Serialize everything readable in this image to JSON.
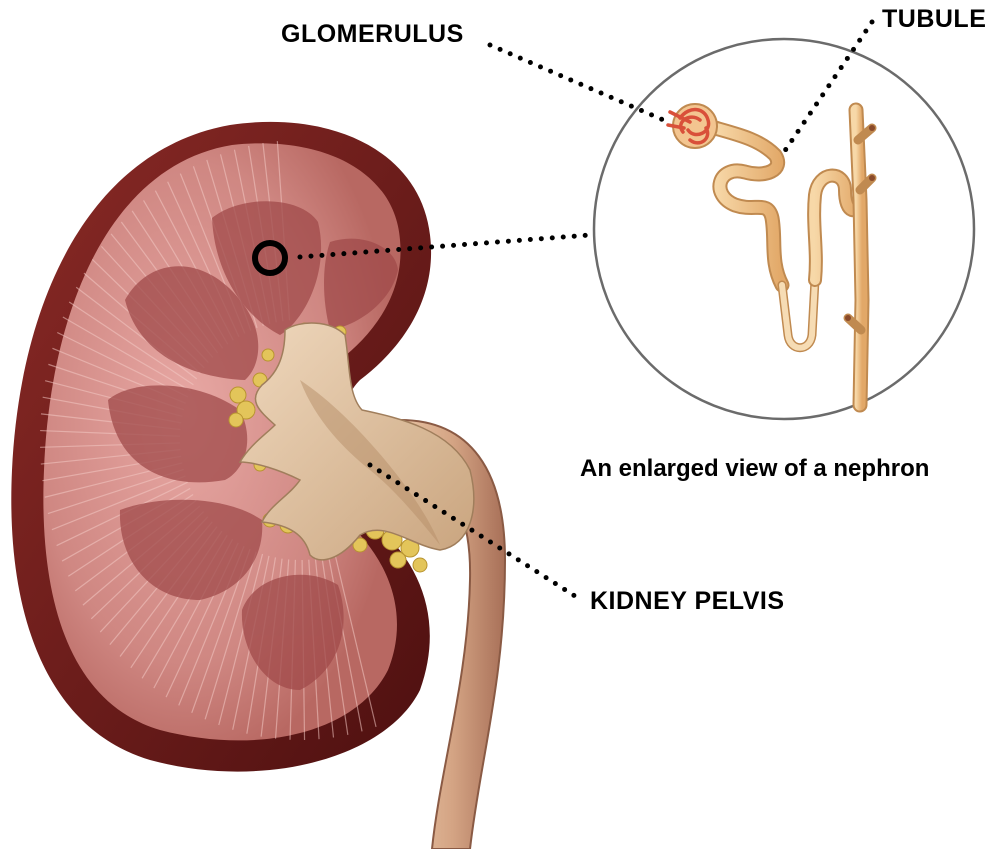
{
  "labels": {
    "glomerulus": "GLOMERULUS",
    "tubule": "TUBULE",
    "kidney_pelvis": "KIDNEY PELVIS",
    "caption": "An enlarged view of a nephron"
  },
  "colors": {
    "capsule": "#6e1a1a",
    "cortex": "#c87a78",
    "pyramid": "#a8504f",
    "pelvis": "#d9b894",
    "fat": "#e3c55a",
    "ureter": "#c99878",
    "tubule": "#f0c48c",
    "tubule_outline": "#c08a50",
    "glomerulus": "#d9503a",
    "circle_outline": "#666666",
    "leader": "#000000"
  },
  "icons": {
    "magnifier_ring": "ring-marker-icon"
  }
}
